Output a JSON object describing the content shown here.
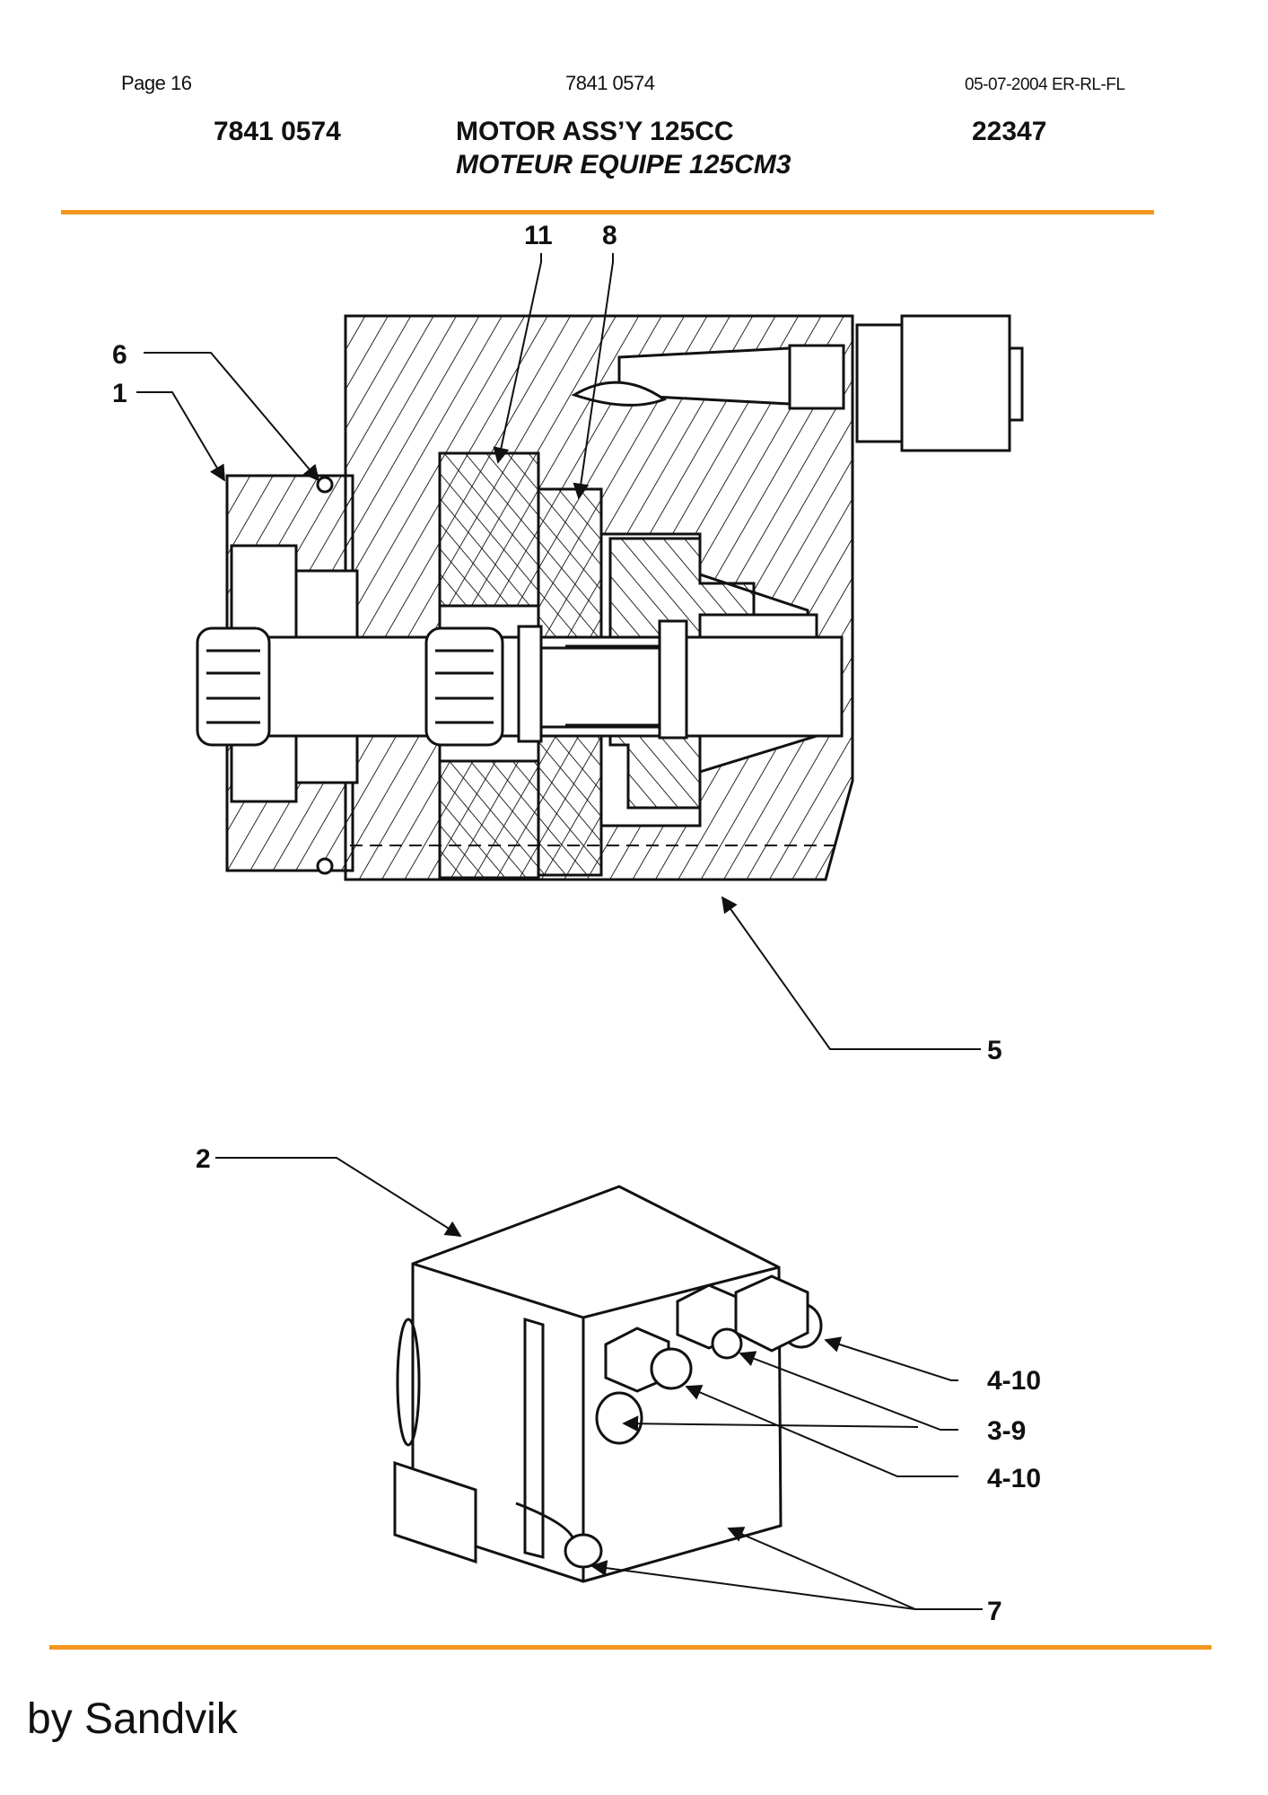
{
  "header": {
    "page": "Page 16",
    "doc_number": "7841 0574",
    "date_code": "05-07-2004 ER-RL-FL",
    "part_number": "7841 0574",
    "title_en": "MOTOR ASS’Y 125CC",
    "title_fr": "MOTEUR EQUIPE 125CM3",
    "ref": "22347"
  },
  "callouts": {
    "c11": "11",
    "c8": "8",
    "c6": "6",
    "c1": "1",
    "c5": "5",
    "c2": "2",
    "c4_10a": "4-10",
    "c3_9": "3-9",
    "c4_10b": "4-10",
    "c7": "7"
  },
  "footer": {
    "text": "by Sandvik"
  },
  "colors": {
    "rule": "#f3961e",
    "ink": "#111111"
  }
}
